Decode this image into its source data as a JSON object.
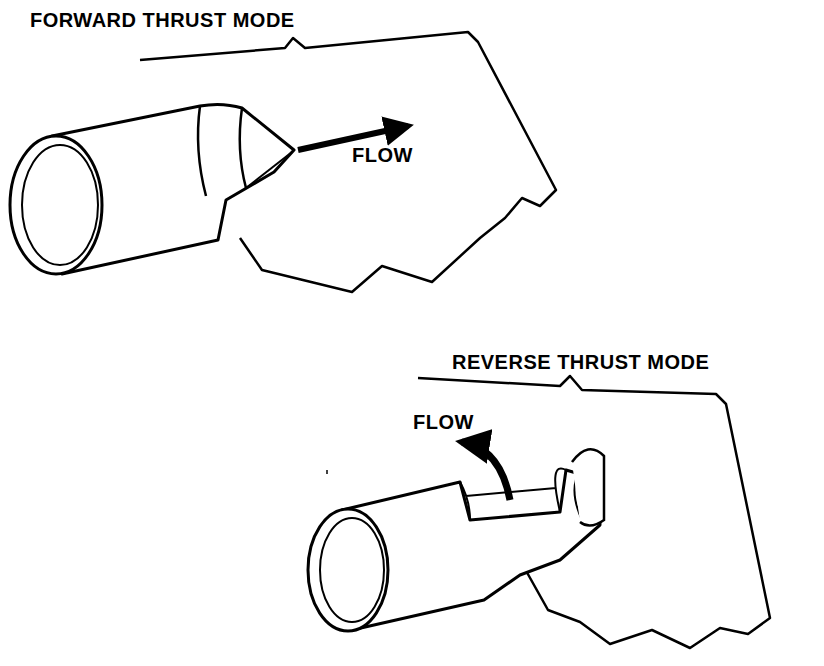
{
  "diagram": {
    "labels": [
      "FORWARD THRUST MODE",
      "FLOW",
      "REVERSE THRUST MODE",
      "FLOW"
    ]
  }
}
